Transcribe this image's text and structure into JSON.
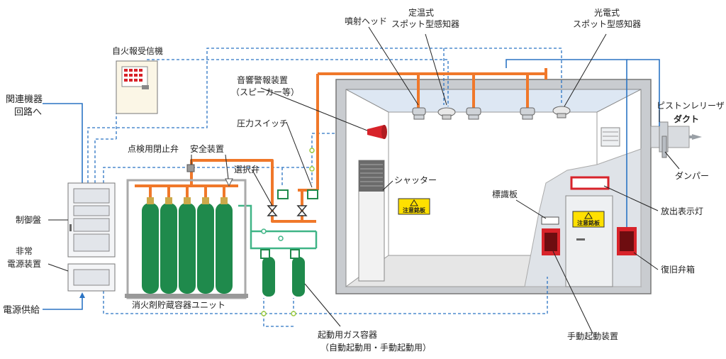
{
  "labels": {
    "fire_alarm_receiver": "自火報受信機",
    "related_equipment_line1": "関連機器",
    "related_equipment_line2": "回路へ",
    "control_panel": "制御盤",
    "emergency_power_line1": "非常",
    "emergency_power_line2": "電源装置",
    "power_supply": "電源供給",
    "inspection_valve": "点検用閉止弁",
    "safety_device": "安全装置",
    "selector_valve": "選択弁",
    "pressure_switch": "圧力スイッチ",
    "alarm_line1": "音響警報装置",
    "alarm_line2": "（スピーカー等）",
    "spray_head": "噴射ヘッド",
    "heat_detector_line1": "定温式",
    "heat_detector_line2": "スポット型感知器",
    "smoke_detector_line1": "光電式",
    "smoke_detector_line2": "スポット型感知器",
    "piston_release": "ピストンレリーザ",
    "duct": "ダクト",
    "damper": "ダンパー",
    "shutter": "シャッター",
    "sign_board": "標識板",
    "discharge_lamp": "放出表示灯",
    "reset_valve_box": "復旧弁箱",
    "manual_start": "手動起動装置",
    "container_unit": "消火剤貯蔵容器ユニット",
    "starter_gas_line1": "起動用ガス容器",
    "starter_gas_line2": "（自動起動用・手動起動用）",
    "caution_plate_1": "注意銘板",
    "caution_plate_2": "注意銘板"
  },
  "colors": {
    "signal_line": "#2b74c4",
    "extinguisher_pipe": "#f0782a",
    "starter_gas_pipe": "#3fb486",
    "cylinder": "#1f8a4c",
    "alarm_red": "#d8232a",
    "caution_yellow": "#ffe000"
  },
  "icons": [
    "warning-triangle-icon",
    "arrow-right-icon",
    "arrow-up-icon",
    "speaker-icon"
  ]
}
